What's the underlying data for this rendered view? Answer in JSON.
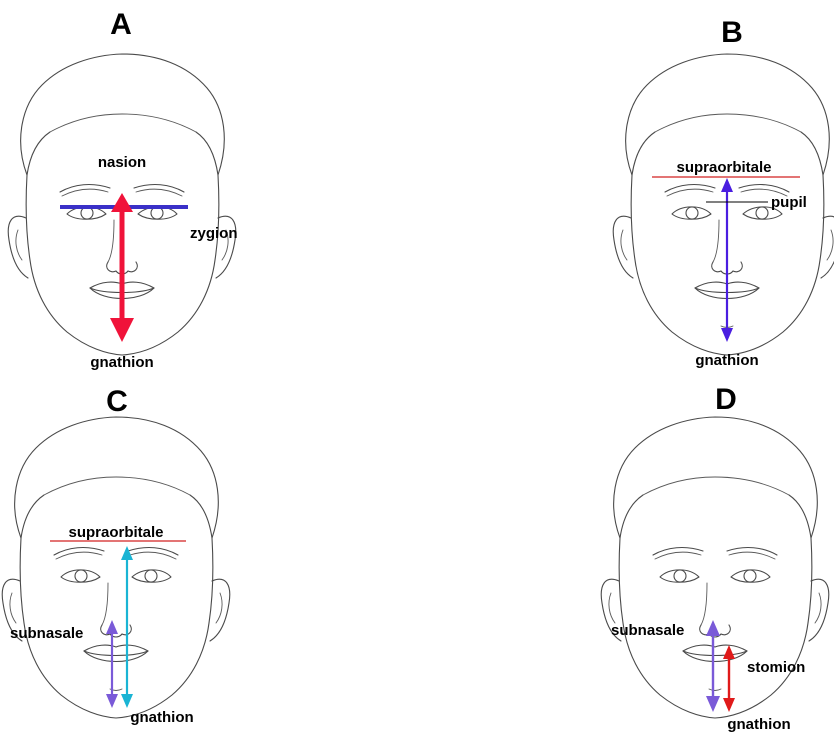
{
  "panels": [
    {
      "letter": "A",
      "labels": {
        "top": "nasion",
        "side": "zygion",
        "bottom": "gnathion"
      }
    },
    {
      "letter": "B",
      "labels": {
        "top": "supraorbitale",
        "side": "pupil",
        "bottom": "gnathion"
      }
    },
    {
      "letter": "C",
      "labels": {
        "top": "supraorbitale",
        "side": "subnasale",
        "bottom": "gnathion"
      }
    },
    {
      "letter": "D",
      "labels": {
        "side": "subnasale",
        "mid": "stomion",
        "bottom": "gnathion"
      }
    }
  ],
  "colors": {
    "red_arrow": "#f0133a",
    "blue_line": "#3a30c8",
    "purple_arrow": "#4a1ee0",
    "cyan_arrow": "#1ab4d4",
    "violet_arrow": "#7a5ad8",
    "supraorbital_line": "#d22020",
    "stomion_arrow": "#e01a1a"
  },
  "icons": [
    "face-outline-icon"
  ]
}
